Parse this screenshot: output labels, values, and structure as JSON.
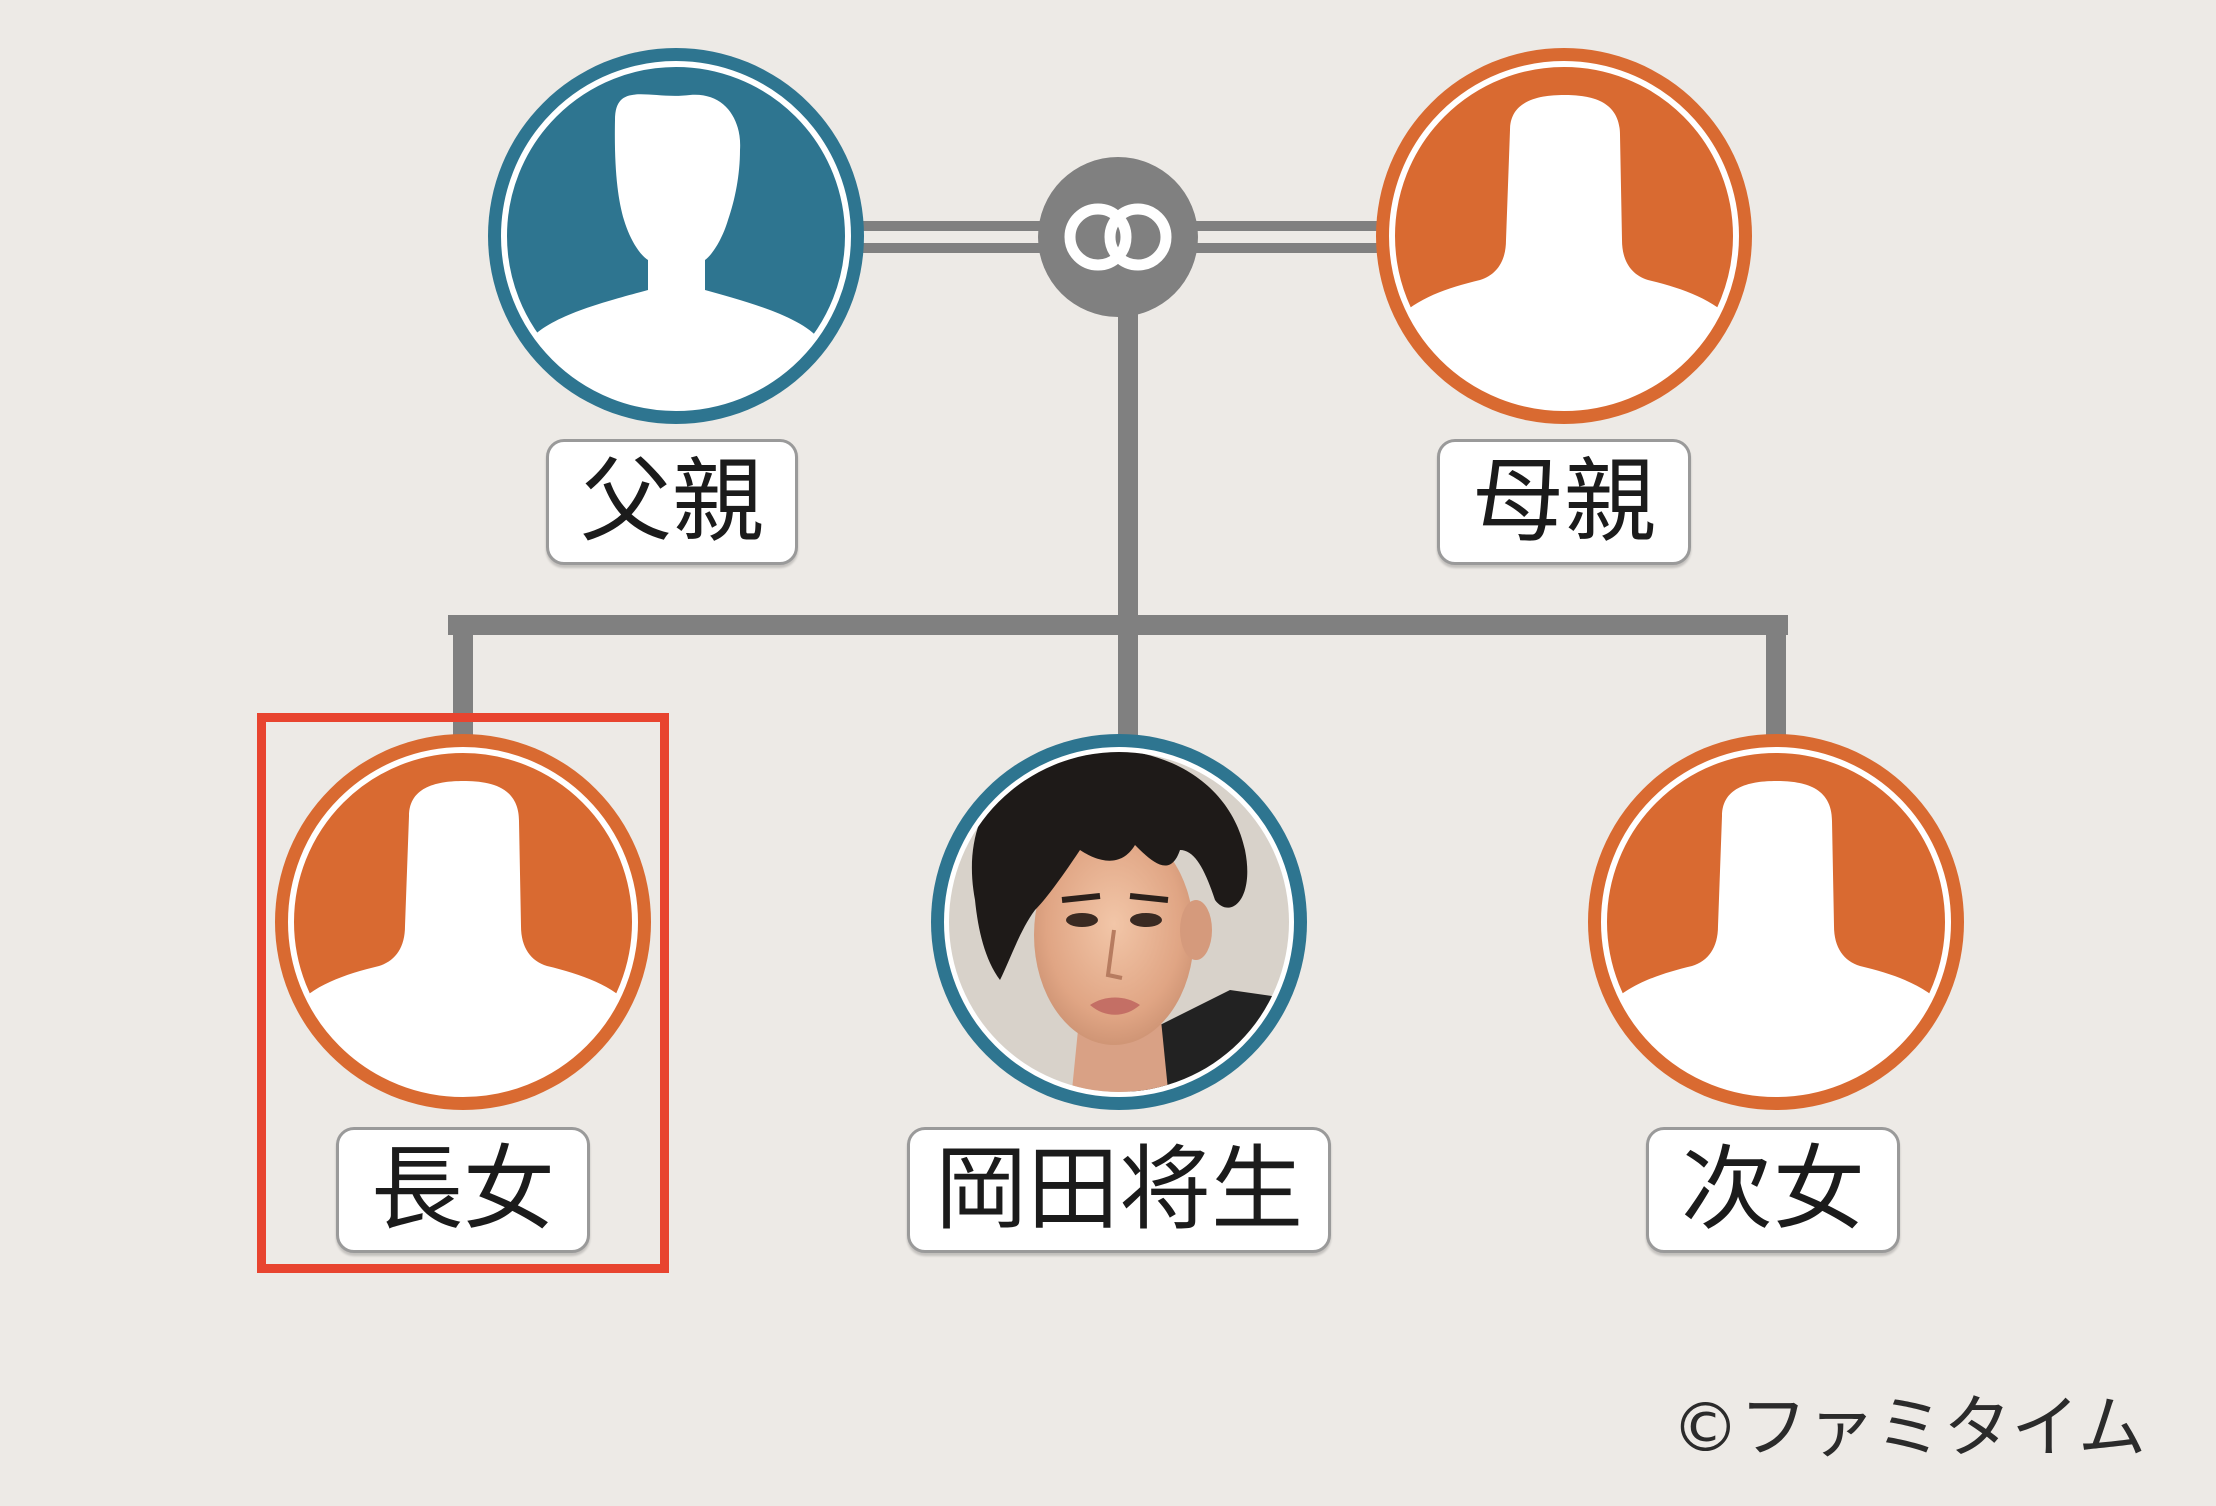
{
  "colors": {
    "background": "#edeae6",
    "male": "#2e7590",
    "female": "#d96a31",
    "connector": "#808080",
    "highlight": "#e8442f"
  },
  "nodes": {
    "father": {
      "label": "父親",
      "icon": "male-silhouette-icon"
    },
    "mother": {
      "label": "母親",
      "icon": "female-silhouette-icon"
    },
    "eldest_daughter": {
      "label": "長女",
      "icon": "female-silhouette-icon",
      "highlighted": true
    },
    "subject": {
      "label": "岡田将生",
      "icon": "portrait-photo"
    },
    "second_daughter": {
      "label": "次女",
      "icon": "female-silhouette-icon"
    }
  },
  "marriage_symbol": "marriage-rings-icon",
  "copyright": "©ファミタイム"
}
